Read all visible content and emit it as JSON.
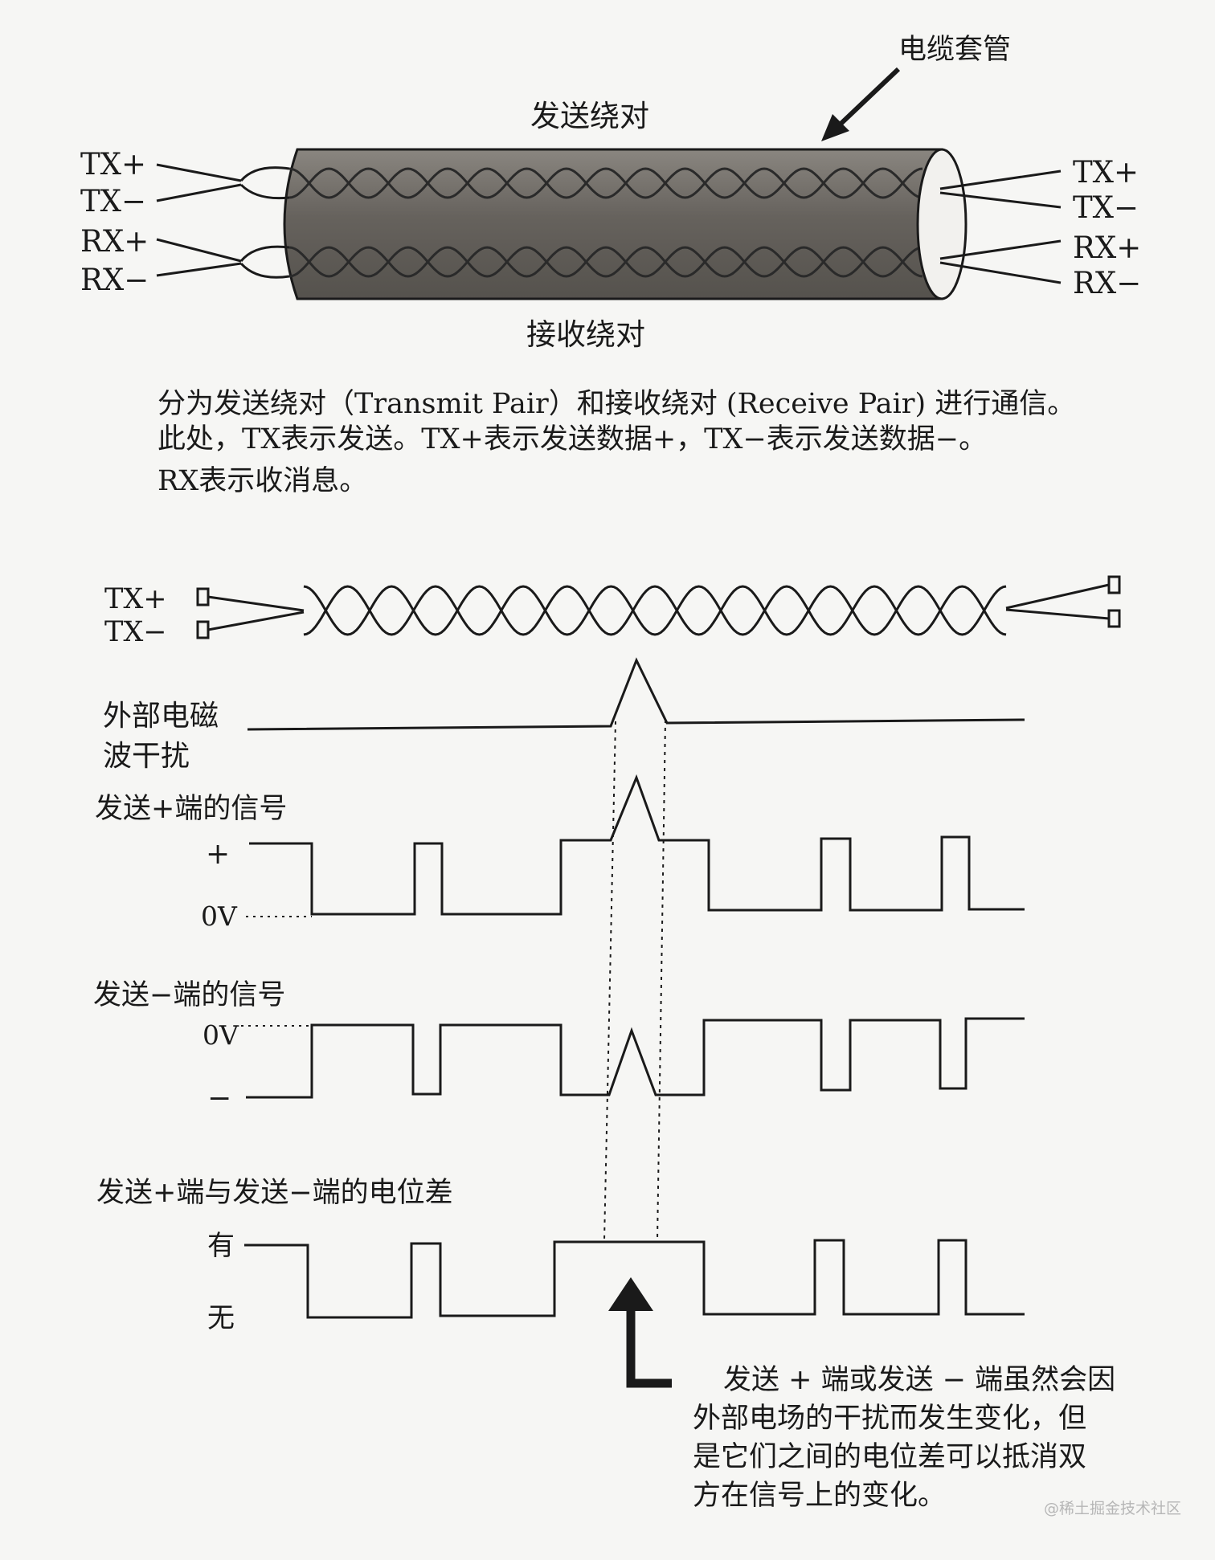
{
  "cable": {
    "sheath_label": "电缆套管",
    "tx_pair_label": "发送绕对",
    "rx_pair_label": "接收绕对",
    "left_ends": [
      "TX+",
      "TX−",
      "RX+",
      "RX−"
    ],
    "right_ends": [
      "TX+",
      "TX−",
      "RX+",
      "RX−"
    ]
  },
  "caption": {
    "lines": [
      "分为发送绕对（Transmit Pair）和接收绕对 (Receive Pair) 进行通信。",
      "此处，TX表示发送。TX+表示发送数据+，TX−表示发送数据−。",
      "RX表示收消息。"
    ]
  },
  "waveforms": {
    "pair_labels": [
      "TX+",
      "TX−"
    ],
    "emi_label_lines": [
      "外部电磁",
      "波干扰"
    ],
    "plus_signal": {
      "title": "发送+端的信号",
      "high_label": "+",
      "low_label": "0V"
    },
    "minus_signal": {
      "title": "发送−端的信号",
      "high_label": "0V",
      "low_label": "−"
    },
    "difference": {
      "title": "发送+端与发送−端的电位差",
      "high_label": "有",
      "low_label": "无"
    }
  },
  "note": {
    "lines": [
      "发送 + 端或发送 − 端虽然会因",
      "外部电场的干扰而发生变化，但",
      "是它们之间的电位差可以抵消双",
      "方在信号上的变化。"
    ]
  },
  "watermark": "@稀土掘金技术社区",
  "colors": {
    "sheath_fill": "#6b6762",
    "line": "#1a1a1a",
    "paper": "#f6f6f4"
  }
}
